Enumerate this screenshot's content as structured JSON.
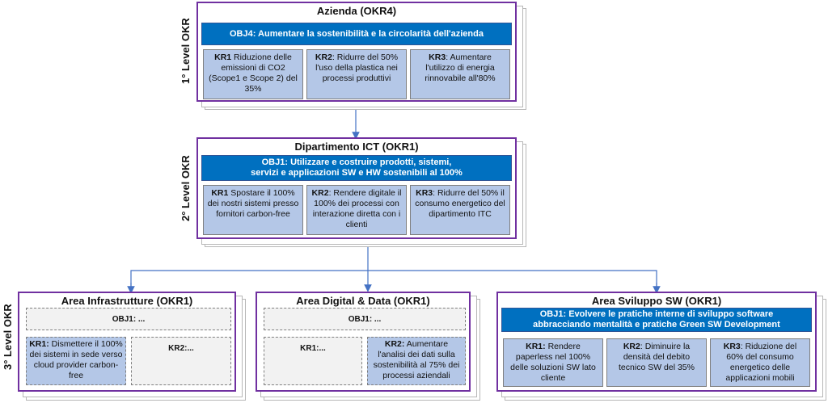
{
  "levels": {
    "level1": "1° Level OKR",
    "level2": "2° Level OKR",
    "level3": "3° Level OKR"
  },
  "azienda": {
    "title": "Azienda (OKR4)",
    "obj": "OBJ4: Aumentare la sostenibilità e la circolarità dell'azienda",
    "krs": [
      {
        "tag": "KR1",
        "text": " Riduzione delle emissioni di CO2 (Scope1 e Scope 2) del 35%"
      },
      {
        "tag": "KR2",
        "text": ": Ridurre del 50% l'uso della plastica nei processi produttivi"
      },
      {
        "tag": "KR3",
        "text": ": Aumentare l'utilizzo di energia rinnovabile all'80%"
      }
    ]
  },
  "ict": {
    "title": "Dipartimento ICT (OKR1)",
    "obj_line1": "OBJ1: Utilizzare e costruire prodotti, sistemi,",
    "obj_line2": "servizi e applicazioni SW e HW sostenibili al 100%",
    "krs": [
      {
        "tag": "KR1",
        "text": " Spostare il 100% dei nostri sistemi presso fornitori carbon-free"
      },
      {
        "tag": "KR2",
        "text": ": Rendere digitale il 100% dei processi con interazione diretta con i clienti"
      },
      {
        "tag": "KR3",
        "text": ": Ridurre del 50% il consumo energetico del dipartimento ITC"
      }
    ]
  },
  "infra": {
    "title": "Area Infrastrutture (OKR1)",
    "obj": "OBJ1: ...",
    "kr1_tag": "KR1:",
    "kr1_text": " Dismettere il 100% dei sistemi in sede verso cloud provider carbon-free",
    "kr2": "KR2:..."
  },
  "digital": {
    "title": "Area Digital & Data (OKR1)",
    "obj": "OBJ1: ...",
    "kr1": "KR1:...",
    "kr2_tag": "KR2:",
    "kr2_text": " Aumentare l'analisi dei dati sulla sostenibilità al 75% dei processi aziendali"
  },
  "sviluppo": {
    "title": "Area Sviluppo SW (OKR1)",
    "obj_line1": "OBJ1: Evolvere le pratiche interne di sviluppo software",
    "obj_line2": "abbracciando mentalità e pratiche Green SW Development",
    "krs": [
      {
        "tag": "KR1:",
        "text": " Rendere paperless nel 100% delle soluzioni SW lato cliente"
      },
      {
        "tag": "KR2",
        "text": ": Diminuire la densità del debito tecnico SW del 35%"
      },
      {
        "tag": "KR3",
        "text": ": Riduzione del 60% del consumo energetico delle applicazioni mobili"
      }
    ]
  },
  "colors": {
    "card_border": "#7030a0",
    "obj_fill": "#0070c0",
    "kr_fill": "#b4c7e7",
    "connector": "#4472c4"
  }
}
